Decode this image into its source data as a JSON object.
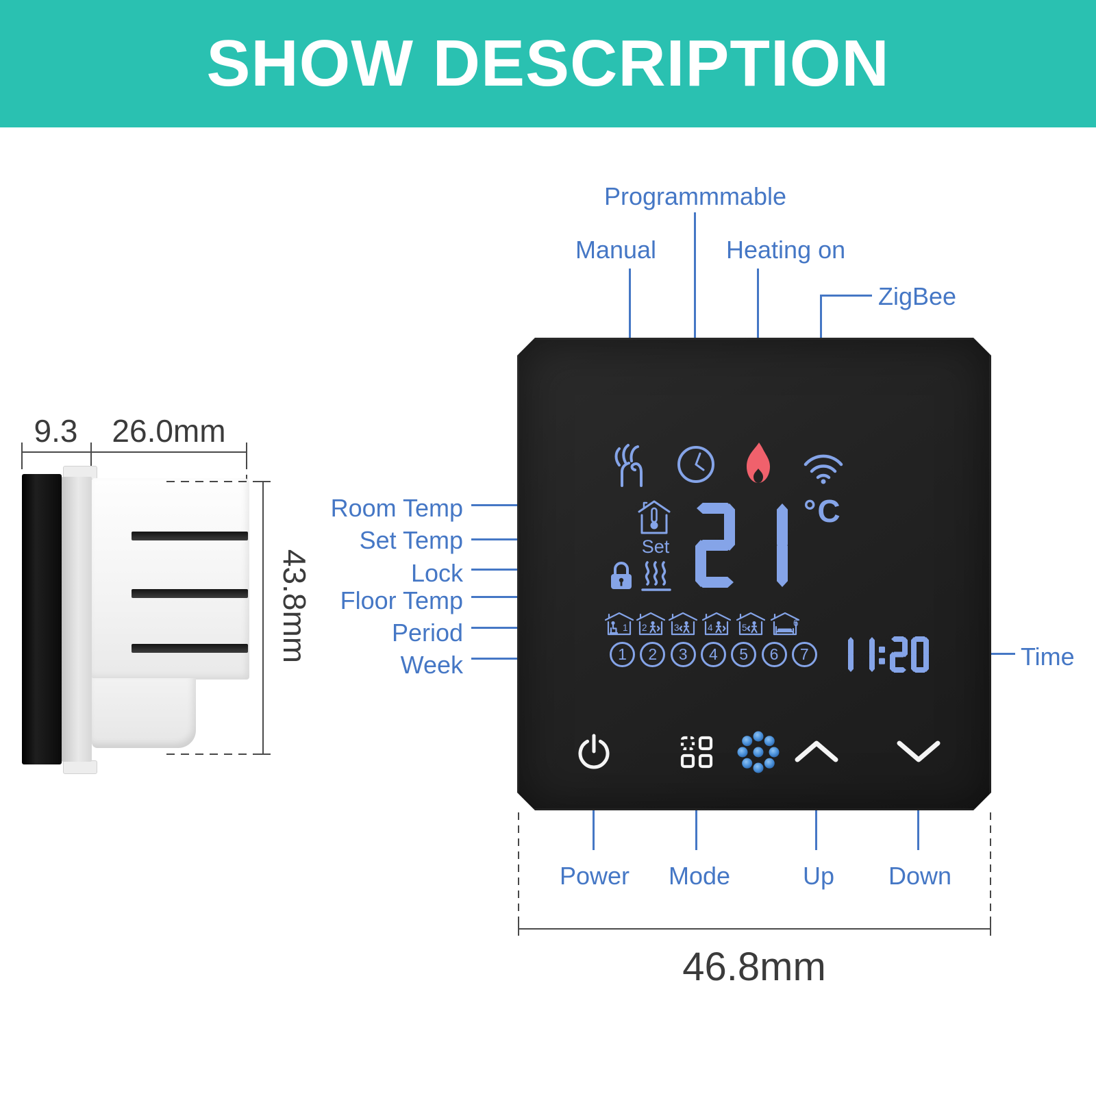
{
  "banner": {
    "title": "SHOW DESCRIPTION"
  },
  "callouts": {
    "programmable": "Programmmable",
    "manual": "Manual",
    "heating_on": "Heating on",
    "zigbee": "ZigBee",
    "room_temp": "Room Temp",
    "set_temp": "Set Temp",
    "lock": "Lock",
    "floor_temp": "Floor Temp",
    "period": "Period",
    "week": "Week",
    "time": "Time",
    "power": "Power",
    "mode": "Mode",
    "up": "Up",
    "down": "Down"
  },
  "display": {
    "temperature": "21",
    "unit": "°C",
    "set_label": "Set",
    "time": "11:20",
    "week_days": [
      "1",
      "2",
      "3",
      "4",
      "5",
      "6",
      "7"
    ],
    "periods": [
      "1",
      "2",
      "3",
      "4",
      "5",
      "6"
    ]
  },
  "dimensions": {
    "front_depth": "9.3",
    "body_depth": "26.0mm",
    "side_height": "43.8mm",
    "front_width": "46.8mm"
  },
  "colors": {
    "banner_teal": "#2ac1b1",
    "callout_blue": "#4577c5",
    "lcd_blue": "#85a4e8",
    "flame_red": "#f0616c"
  },
  "icons": [
    "hand-manual-icon",
    "clock-program-icon",
    "flame-heating-icon",
    "wifi-zigbee-icon",
    "room-temp-house-icon",
    "lock-icon",
    "floor-heating-icon",
    "power-icon",
    "mode-grid-icon",
    "touch-dots-icon",
    "up-arrow-icon",
    "down-arrow-icon"
  ]
}
